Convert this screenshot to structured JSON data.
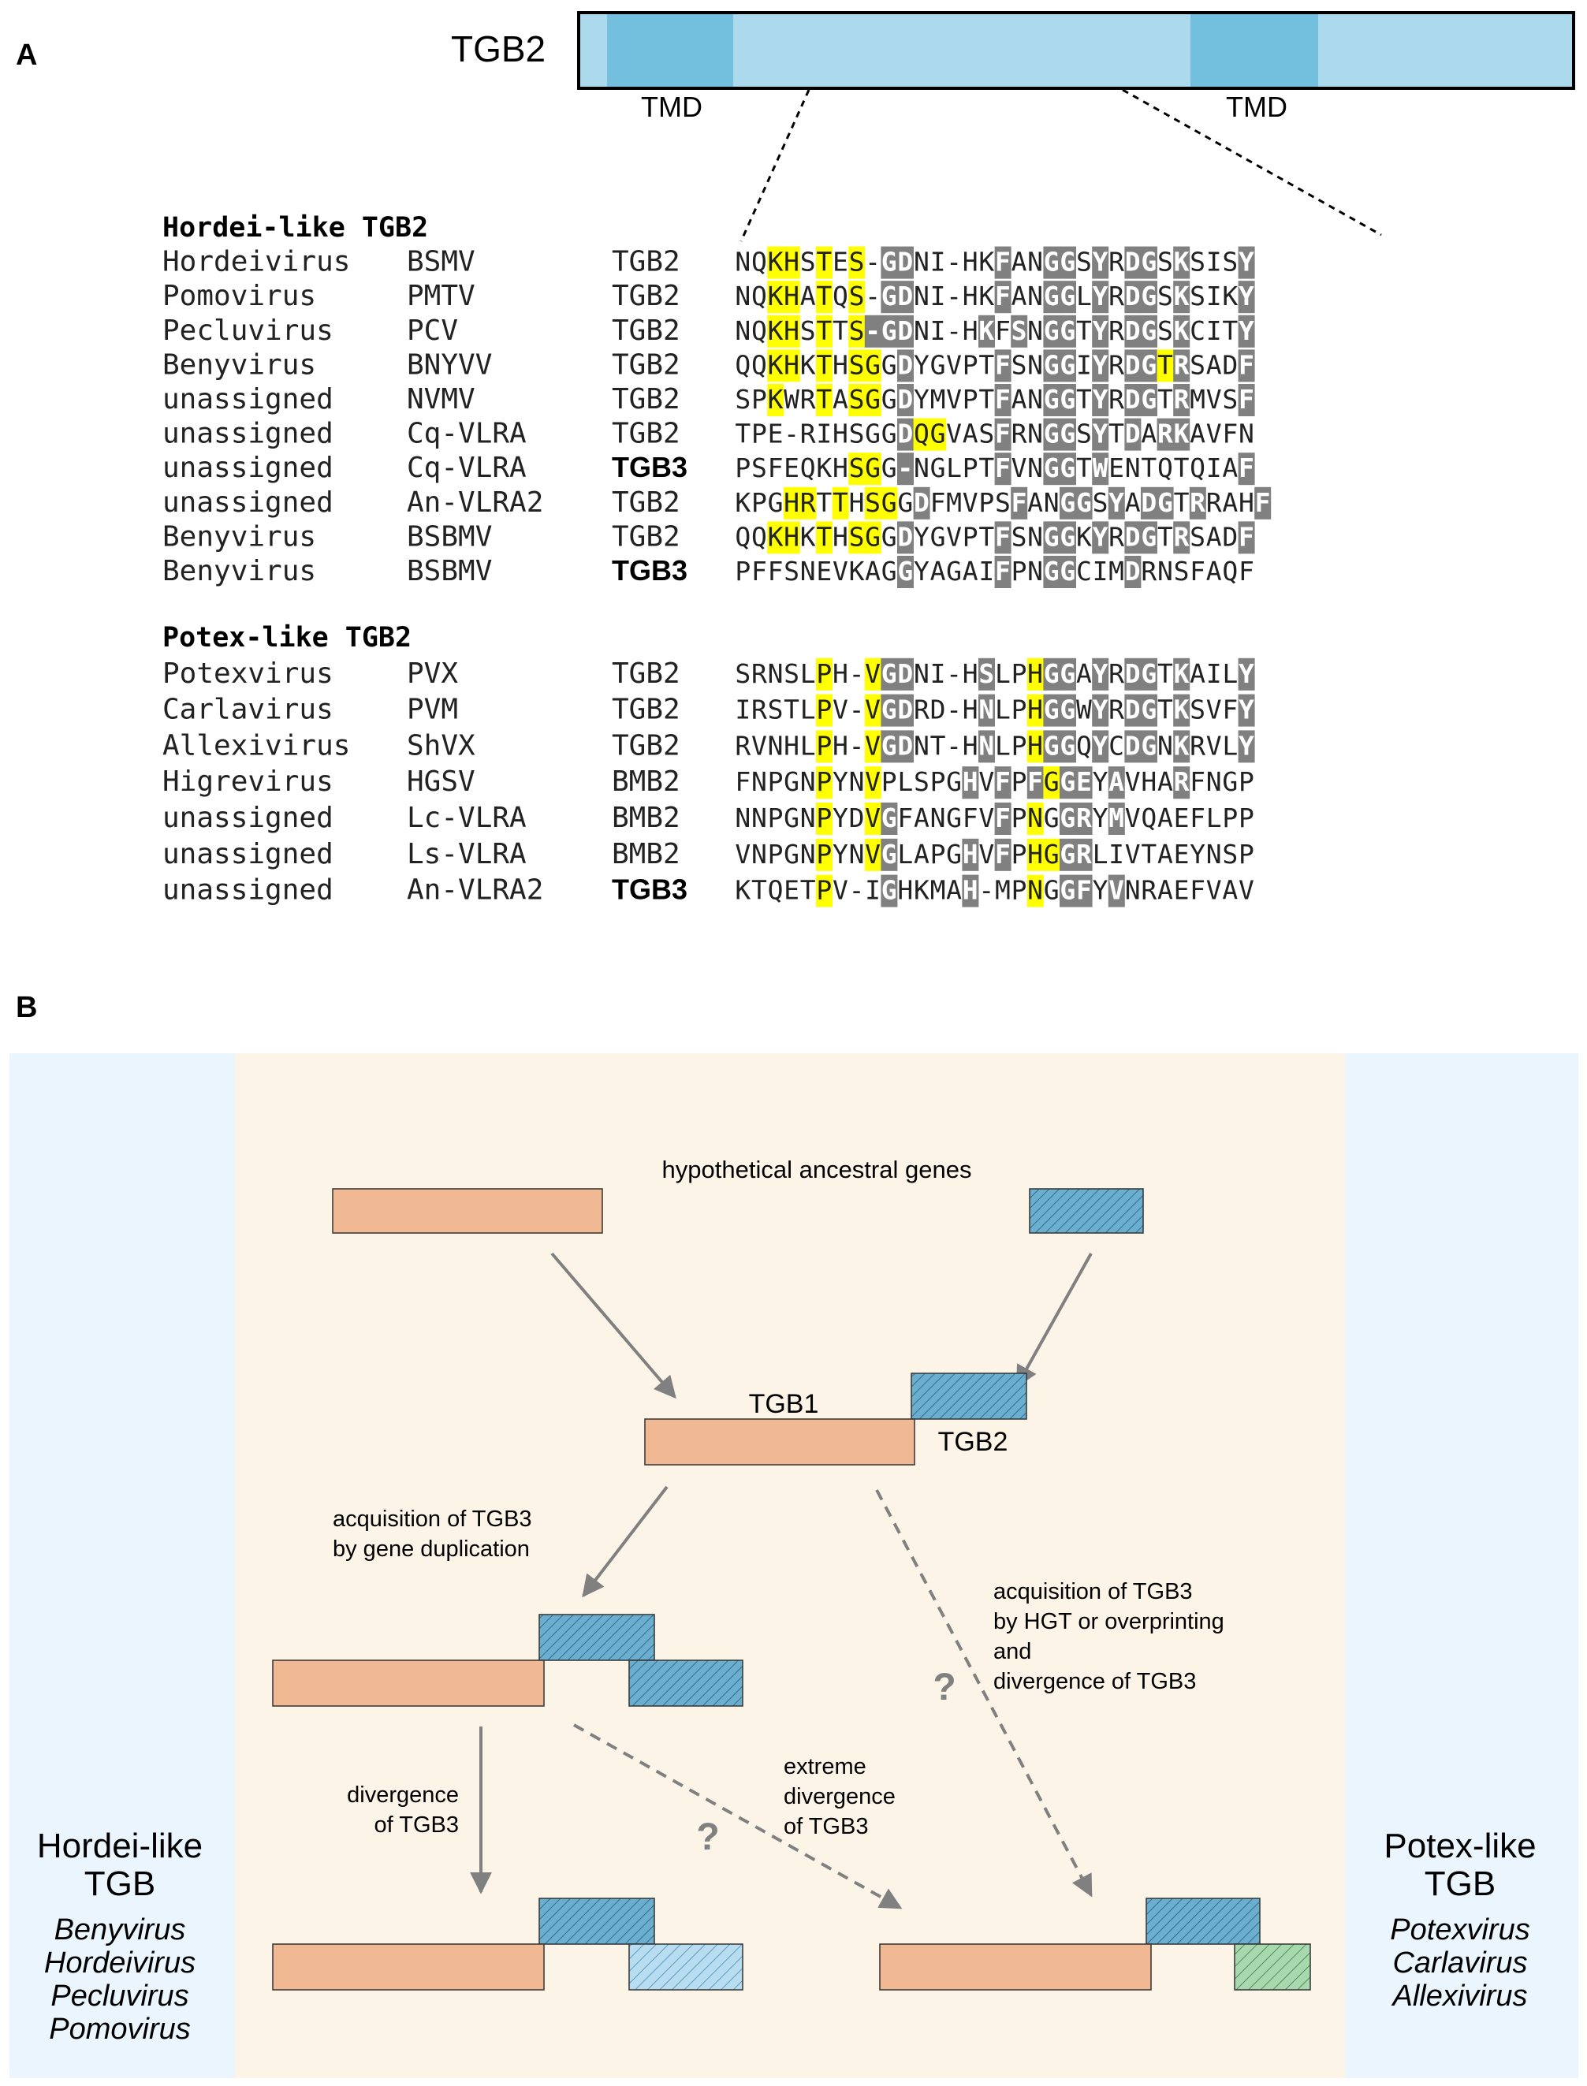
{
  "panelA": {
    "label": "A",
    "protein_label": "TGB2",
    "tmd_labels": [
      "TMD",
      "TMD"
    ],
    "groups": [
      {
        "title": "Hordei-like TGB2",
        "rows": [
          {
            "genus": "Hordeivirus",
            "virus": "BSMV",
            "gene": "TGB2",
            "bold": false,
            "seq": "NQKHSTES-GDNI-HKFANGGSYRDGSKSISY",
            "hl": "..yy.y.y.......................",
            "gr": ".........gg.....g..gg.g.gg.g...g"
          },
          {
            "genus": "Pomovirus",
            "virus": "PMTV",
            "gene": "TGB2",
            "bold": false,
            "seq": "NQKHATQS-GDNI-HKFANGGLYRDGSKSIKY",
            "hl": "..yy.y.y.......................",
            "gr": ".........gg.....g..gg.g.gg.g...g"
          },
          {
            "genus": "Pecluvirus",
            "virus": "PCV",
            "gene": "TGB2",
            "bold": false,
            "seq": "NQKHSTTS-GDNI-HKFSNGGTYRDGSKCITY",
            "hl": "..yy.y.y.......................",
            "gr": "........ggg....g.g.gg.g.gg.g...g"
          },
          {
            "genus": "Benyvirus",
            "virus": "BNYVV",
            "gene": "TGB2",
            "bold": false,
            "seq": "QQKHKTHSGGDYGVPTFSNGGIYRDGTRSADF",
            "hl": "..yy.y.yy.................yy......",
            "gr": "..........g.....g..gg.g.gg.g...g"
          },
          {
            "genus": "unassigned",
            "virus": "NVMV",
            "gene": "TGB2",
            "bold": false,
            "seq": "SPKWRTASGGDYMVPTFANGGTYRDGTRMVSF",
            "hl": "..y..y.yy.......................",
            "gr": "..........g.....g..gg.g.gg.g...g"
          },
          {
            "genus": "unassigned",
            "virus": "Cq-VLRA",
            "gene": "TGB2",
            "bold": false,
            "seq": "TPE-RIHSGGDQGVASFRNGGSYTDARKAVFN",
            "hl": "...........yy......................",
            "gr": "..........g.....g..gg.g.g.gg...."
          },
          {
            "genus": "unassigned",
            "virus": "Cq-VLRA",
            "gene": "TGB3",
            "bold": true,
            "seq": "PSFEQKHSGG-NGLPTFVNGGTWENTQTQIAF",
            "hl": ".......yy..........................",
            "gr": "..........g.....g..gg.g........g"
          },
          {
            "genus": "unassigned",
            "virus": "An-VLRA2",
            "gene": "TGB2",
            "bold": false,
            "seq": "KPGHRTTHSGGDFMVPSFANGGSYADGTRRAHF",
            "hl": "...yy.y.yy.........................",
            "gr": "...........g.....g..gg.g.gg.g...g"
          },
          {
            "genus": "Benyvirus",
            "virus": "BSBMV",
            "gene": "TGB2",
            "bold": false,
            "seq": "QQKHKTHSGGDYGVPTFSNGGKYRDGTRSADF",
            "hl": "..yy.y.yy.......................",
            "gr": "..........g.....g..gg.g.gg.g...g"
          },
          {
            "genus": "Benyvirus",
            "virus": "BSBMV",
            "gene": "TGB3",
            "bold": true,
            "seq": "PFFSNEVKAGGYAGAIFPNGGCIMDRNSFAQF",
            "hl": "................................",
            "gr": "..........g.....g..gg...g.......g"
          }
        ]
      },
      {
        "title": "Potex-like TGB2",
        "rows": [
          {
            "genus": "Potexvirus",
            "virus": "PVX",
            "gene": "TGB2",
            "bold": false,
            "seq": "SRNSLPH-VGDNI-HSLPHGGAYRDGTKAILY",
            "hl": ".....y..y.........yy............",
            "gr": ".........gg....g...gg.g.gg.g...g"
          },
          {
            "genus": "Carlavirus",
            "virus": "PVM",
            "gene": "TGB2",
            "bold": false,
            "seq": "IRSTLPV-VGDRD-HNLPHGGWYRDGTKSVFY",
            "hl": ".....y..y.........yy............",
            "gr": ".........gg....g...gg.g.gg.g...g"
          },
          {
            "genus": "Allexivirus",
            "virus": "ShVX",
            "gene": "TGB2",
            "bold": false,
            "seq": "RVNHLPH-VGDNT-HNLPHGGQYCDGNKRVLY",
            "hl": ".....y..y.........yy............",
            "gr": ".........gg....g...gg.g.gg.g...g"
          },
          {
            "genus": "Higrevirus",
            "virus": "HGSV",
            "gene": "BMB2",
            "bold": false,
            "seq": "FNPGNPYNVPLSPGHVFPFGGEYAVHARFNGP",
            "hl": ".....y..y.........yy............",
            "gr": "..............g.g.g.gg.g...g....."
          },
          {
            "genus": "unassigned",
            "virus": "Lc-VLRA",
            "gene": "BMB2",
            "bold": false,
            "seq": "NNPGNPYDVGFANGFVFPNGGRYMVQAEFLPP",
            "hl": ".....y..y.........y.............",
            "gr": ".........g......g...gg.g........"
          },
          {
            "genus": "unassigned",
            "virus": "Ls-VLRA",
            "gene": "BMB2",
            "bold": false,
            "seq": "VNPGNPYNVGLAPGHVFPHGGRLIVTAEYNSP",
            "hl": ".....y..y.........yy............",
            "gr": ".........g....g.g...gg.........."
          },
          {
            "genus": "unassigned",
            "virus": "An-VLRA2",
            "gene": "TGB3",
            "bold": true,
            "seq": "KTQETPV-IGHKMAH-MPNGGFYVNRAEFVAV",
            "hl": ".....y............y.............",
            "gr": ".........g....g.....gg.g........."
          }
        ]
      }
    ]
  },
  "panelB": {
    "label": "B",
    "left_title": "Hordei-like TGB",
    "left_genera": [
      "Benyvirus",
      "Hordeivirus",
      "Pecluvirus",
      "Pomovirus"
    ],
    "right_title": "Potex-like TGB",
    "right_genera": [
      "Potexvirus",
      "Carlavirus",
      "Allexivirus"
    ],
    "ancestral_label": "hypothetical ancestral genes",
    "tgb1_label": "TGB1",
    "tgb2_label": "TGB2",
    "dup_label": [
      "acquisition of TGB3",
      "by gene duplication"
    ],
    "hgt_label": [
      "acquisition of TGB3",
      "by HGT or overprinting",
      "and",
      "divergence of TGB3"
    ],
    "div_label": [
      "divergence",
      "of TGB3"
    ],
    "extreme_label": [
      "extreme",
      "divergence",
      "of TGB3"
    ],
    "question": "?",
    "colors": {
      "side_panel": "#eaf5fd",
      "center_panel": "#fdf4e8",
      "tgb1": "#f0b994",
      "tgb2": "#6aaed0",
      "tgb3_hordei": "#b8ddf0",
      "tgb3_potex": "#a8d8ad",
      "arrow": "#808080",
      "yellow": "#ffff00",
      "gray": "#808080",
      "protein_bar": "#acd9ec",
      "tmd": "#72c0de"
    }
  }
}
